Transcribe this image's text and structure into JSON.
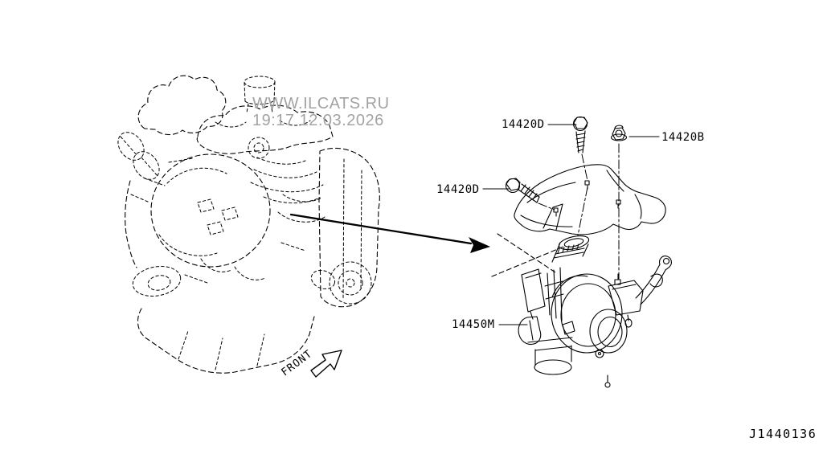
{
  "diagram_id": "J1440136",
  "watermark": {
    "line1": "WWW.ILCATS.RU",
    "line2": "19:17 12.03.2026"
  },
  "orientation": {
    "front_label": "FRONT"
  },
  "parts": [
    {
      "code": "14420D"
    },
    {
      "code": "14420B"
    },
    {
      "code": "14420D"
    },
    {
      "code": "14450M"
    }
  ],
  "colors": {
    "background": "#ffffff",
    "line": "#000000",
    "watermark": "#a3a3a3"
  }
}
